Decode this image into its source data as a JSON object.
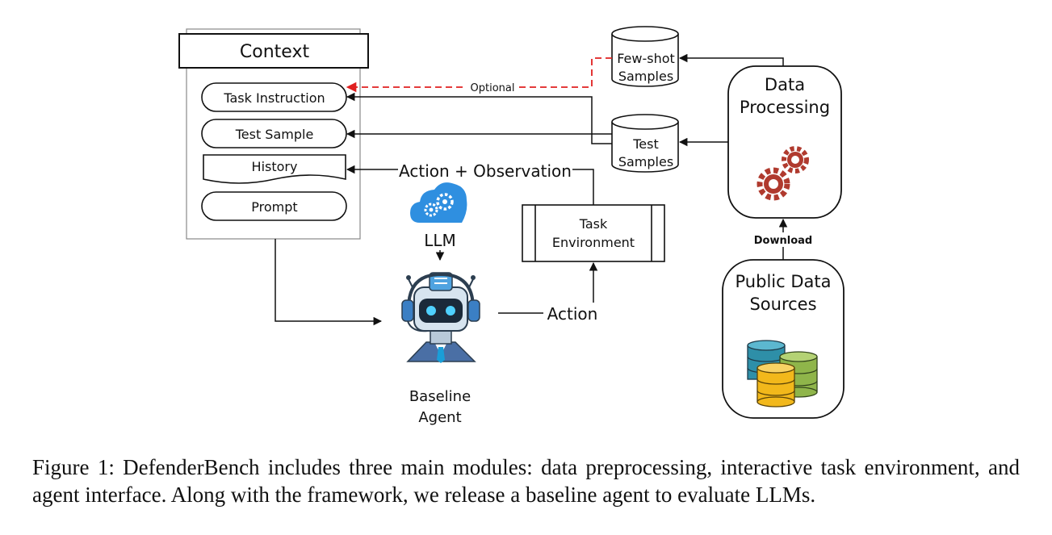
{
  "context": {
    "title": "Context",
    "items": [
      "Task Instruction",
      "Test Sample",
      "History",
      "Prompt"
    ]
  },
  "llm": {
    "label": "LLM"
  },
  "agent": {
    "label_line1": "Baseline",
    "label_line2": "Agent"
  },
  "task_env": {
    "line1": "Task",
    "line2": "Environment"
  },
  "few_shot": {
    "line1": "Few-shot",
    "line2": "Samples"
  },
  "test_samples": {
    "line1": "Test",
    "line2": "Samples"
  },
  "data_processing": {
    "line1": "Data",
    "line2": "Processing"
  },
  "public_data": {
    "line1": "Public Data",
    "line2": "Sources"
  },
  "edges": {
    "optional": "Optional",
    "action_observation": "Action + Observation",
    "action": "Action",
    "download": "Download"
  },
  "caption": {
    "text": "Figure 1: DefenderBench includes three main modules: data preprocessing, interactive task environment, and agent interface. Along with the framework, we release a baseline agent to evaluate LLMs."
  },
  "colors": {
    "optional_edge": "#e02020",
    "gear": "#b03a2e",
    "cloud": "#2f8fe0",
    "db_teal": "#2e8fa8",
    "db_green": "#8fb54a",
    "db_yellow": "#f2b81b"
  }
}
